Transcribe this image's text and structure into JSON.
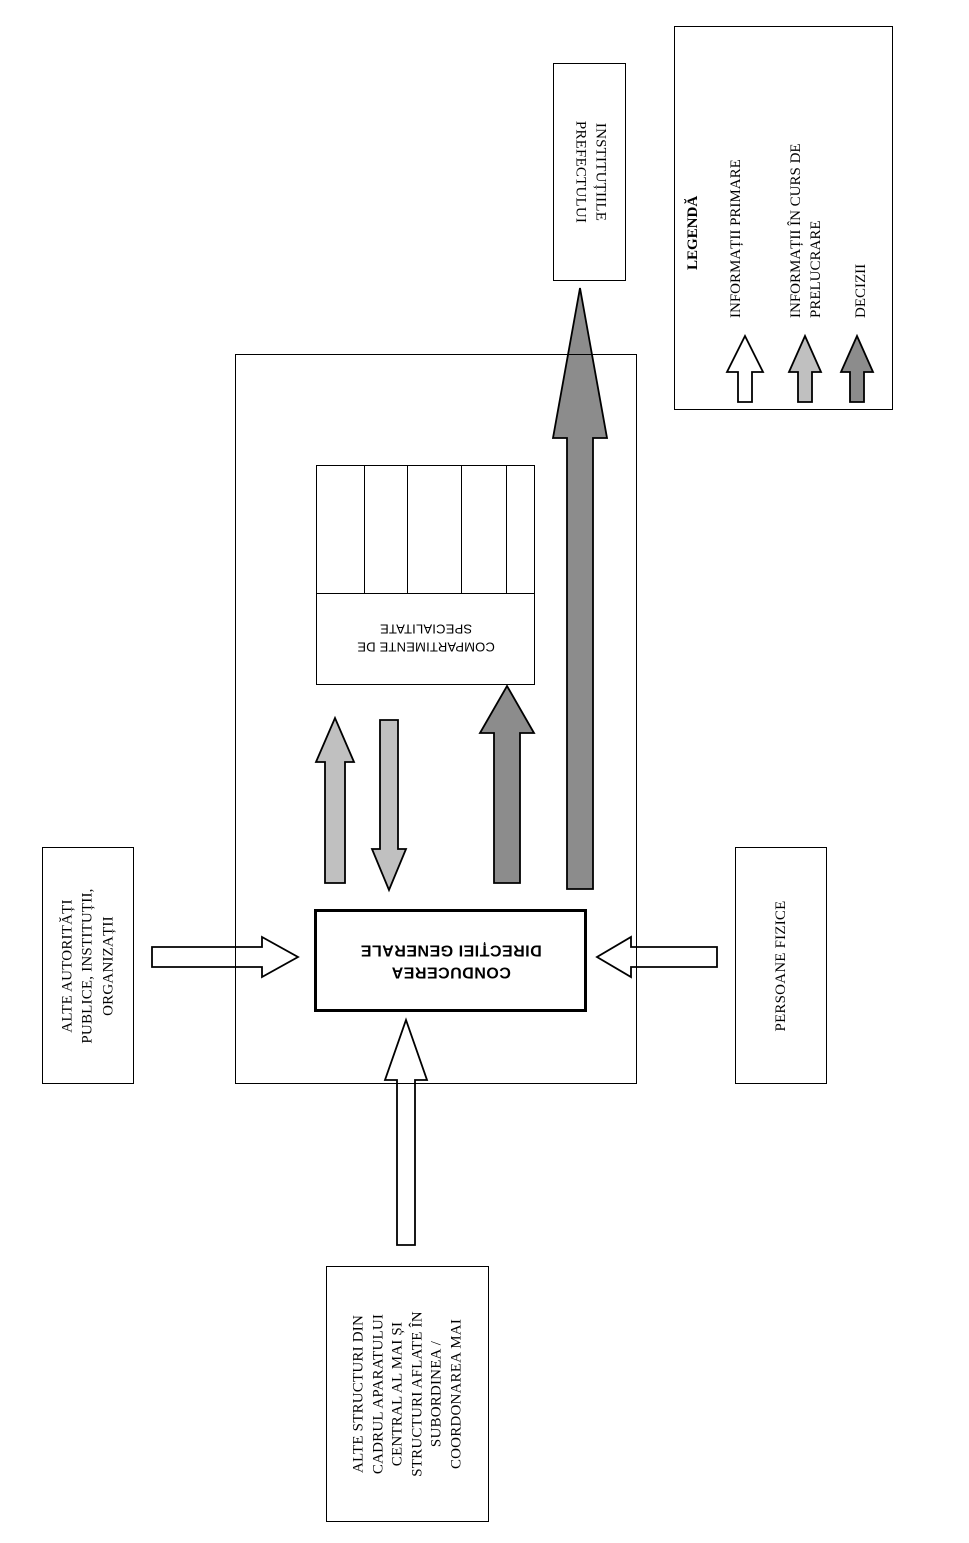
{
  "boxes": {
    "prefect": {
      "lines": [
        "INSTITUȚIILE",
        "PREFECTULUI"
      ]
    },
    "alte_autoritati": {
      "lines": [
        "ALTE AUTORITĂȚI",
        "PUBLICE, INSTITUȚII,",
        "ORGANIZAȚII"
      ]
    },
    "persoane_fizice": {
      "lines": [
        "PERSOANE FIZICE"
      ]
    },
    "alte_structuri": {
      "lines": [
        "ALTE STRUCTURI DIN",
        "CADRUL APARATULUI",
        "CENTRAL AL MAI ȘI",
        "STRUCTURI AFLATE ÎN",
        "SUBORDINEA /",
        "COORDONAREA MAI"
      ]
    },
    "conducerea": {
      "lines": [
        "CONDUCEREA",
        "DIRECȚIEI GENERALE"
      ]
    },
    "compartimente": {
      "lines": [
        "COMPARTIMENTE DE",
        "SPECIALITATE"
      ]
    }
  },
  "legend": {
    "title": "LEGENDĂ",
    "items": [
      {
        "label": "INFORMAȚII PRIMARE",
        "label2": "",
        "color": "#ffffff"
      },
      {
        "label": "INFORMAȚII ÎN CURS DE",
        "label2": "PRELUCRARE",
        "color": "#c0c0c0"
      },
      {
        "label": "DECIZII",
        "label2": "",
        "color": "#8c8c8c"
      }
    ]
  },
  "colors": {
    "primary": "#ffffff",
    "processing": "#c0c0c0",
    "decision": "#8c8c8c",
    "stroke": "#000000"
  }
}
